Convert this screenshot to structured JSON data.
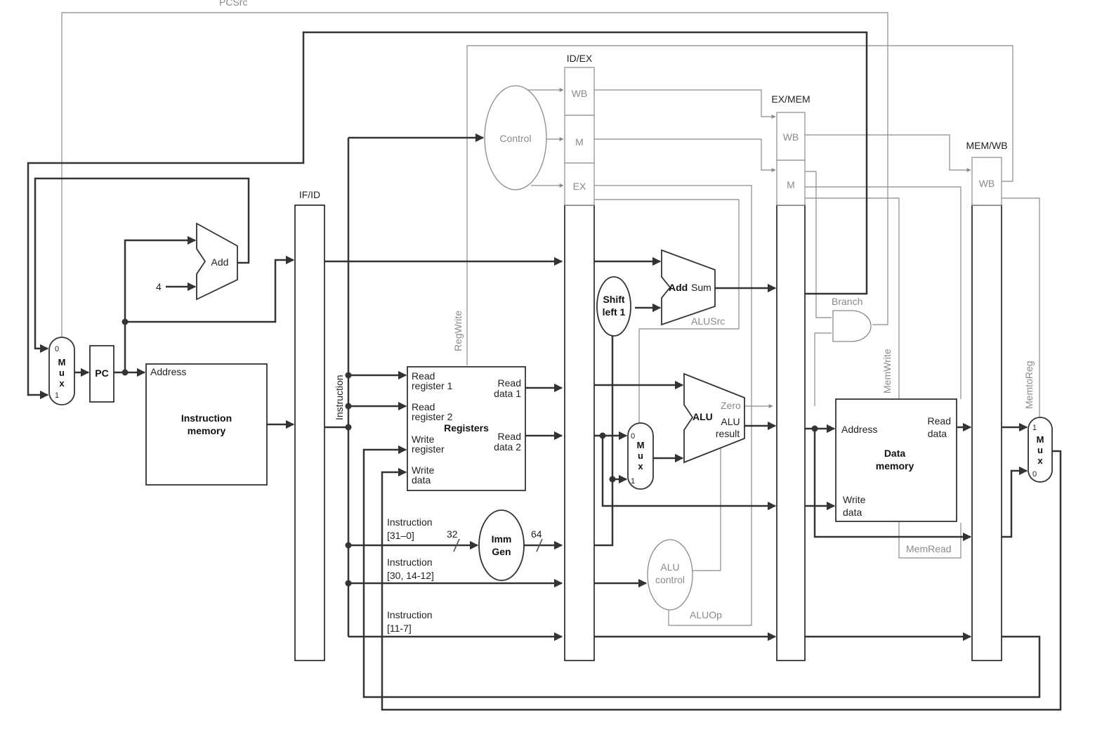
{
  "labels": {
    "pcsrc": "PCSrc",
    "if_id": "IF/ID",
    "id_ex": "ID/EX",
    "ex_mem": "EX/MEM",
    "mem_wb": "MEM/WB",
    "wb": "WB",
    "m": "M",
    "ex": "EX",
    "control": "Control",
    "add": "Add",
    "four": "4",
    "pc": "PC",
    "mux_letters": [
      "M",
      "u",
      "x"
    ],
    "mux_zero": "0",
    "mux_one": "1",
    "address": "Address",
    "instruction_memory": [
      "Instruction",
      "memory"
    ],
    "instruction": "Instruction",
    "regwrite": "RegWrite",
    "read_register_1": [
      "Read",
      "register 1"
    ],
    "read_register_2": [
      "Read",
      "register 2"
    ],
    "write_register": [
      "Write",
      "register"
    ],
    "write_data": [
      "Write",
      "data"
    ],
    "registers": "Registers",
    "read_data_1": [
      "Read",
      "data 1"
    ],
    "read_data_2": [
      "Read",
      "data 2"
    ],
    "instruction_31_0": [
      "Instruction",
      "[31–0]"
    ],
    "instruction_30_14_12": [
      "Instruction",
      "[30, 14-12]"
    ],
    "instruction_11_7": [
      "Instruction",
      "[11-7]"
    ],
    "bits_32": "32",
    "bits_64": "64",
    "imm_gen": [
      "Imm",
      "Gen"
    ],
    "shift_left_1": [
      "Shift",
      "left 1"
    ],
    "add_sum": "Add",
    "sum": "Sum",
    "alusrc": "ALUSrc",
    "alu": "ALU",
    "zero": "Zero",
    "alu_result": [
      "ALU",
      "result"
    ],
    "alu_control": [
      "ALU",
      "control"
    ],
    "aluop": "ALUOp",
    "branch": "Branch",
    "memwrite": "MemWrite",
    "memread": "MemRead",
    "memtoreg": "MemtoReg",
    "data_memory": [
      "Data",
      "memory"
    ],
    "read_data": [
      "Read",
      "data"
    ],
    "write_data_mem": [
      "Write",
      "data"
    ]
  }
}
